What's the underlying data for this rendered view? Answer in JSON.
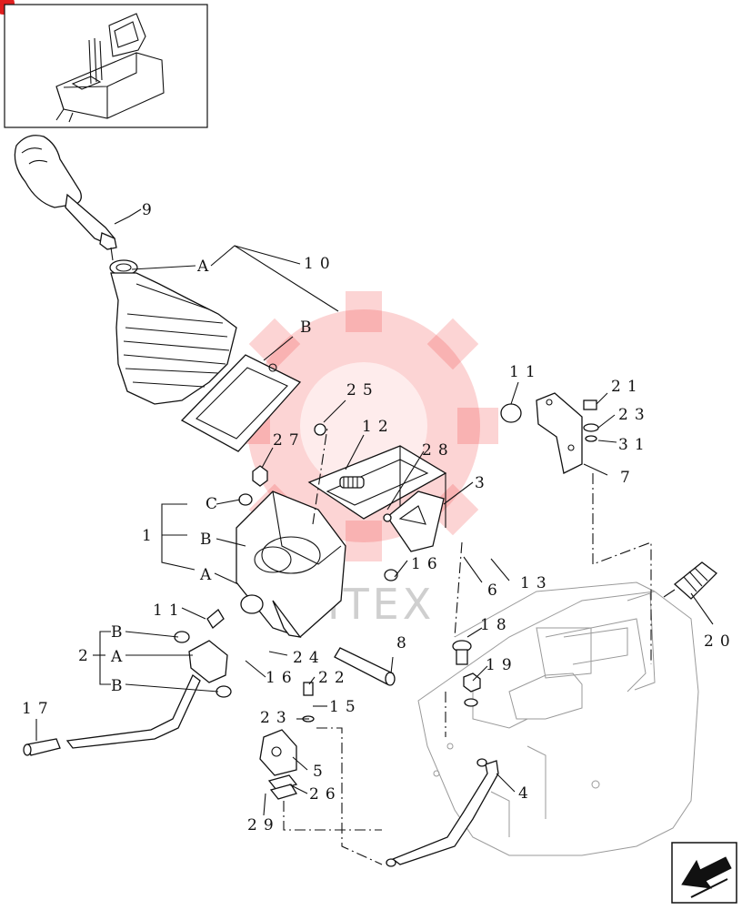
{
  "diagram": {
    "callouts": [
      {
        "id": "c9",
        "text": "9"
      },
      {
        "id": "c10",
        "text": "10"
      },
      {
        "id": "cA-top",
        "text": "A"
      },
      {
        "id": "cB-top",
        "text": "B"
      },
      {
        "id": "c25",
        "text": "25"
      },
      {
        "id": "c12",
        "text": "12"
      },
      {
        "id": "c27",
        "text": "27"
      },
      {
        "id": "c28",
        "text": "28"
      },
      {
        "id": "c3",
        "text": "3"
      },
      {
        "id": "c11-top",
        "text": "11"
      },
      {
        "id": "c21",
        "text": "21"
      },
      {
        "id": "c23-top",
        "text": "23"
      },
      {
        "id": "c31",
        "text": "31"
      },
      {
        "id": "c7",
        "text": "7"
      },
      {
        "id": "c1",
        "text": "1"
      },
      {
        "id": "cC",
        "text": "C"
      },
      {
        "id": "cB-1",
        "text": "B"
      },
      {
        "id": "cA-1",
        "text": "A"
      },
      {
        "id": "c16-a",
        "text": "16"
      },
      {
        "id": "c6",
        "text": "6"
      },
      {
        "id": "c13",
        "text": "13"
      },
      {
        "id": "c20",
        "text": "20"
      },
      {
        "id": "c11-bot",
        "text": "11"
      },
      {
        "id": "c2",
        "text": "2"
      },
      {
        "id": "cB-2a",
        "text": "B"
      },
      {
        "id": "cA-2",
        "text": "A"
      },
      {
        "id": "cB-2b",
        "text": "B"
      },
      {
        "id": "c24",
        "text": "24"
      },
      {
        "id": "c16-b",
        "text": "16"
      },
      {
        "id": "c22",
        "text": "22"
      },
      {
        "id": "c8",
        "text": "8"
      },
      {
        "id": "c18",
        "text": "18"
      },
      {
        "id": "c19",
        "text": "19"
      },
      {
        "id": "c17",
        "text": "17"
      },
      {
        "id": "c23-bot",
        "text": "23"
      },
      {
        "id": "c15",
        "text": "15"
      },
      {
        "id": "c5",
        "text": "5"
      },
      {
        "id": "c26",
        "text": "26"
      },
      {
        "id": "c29",
        "text": "29"
      },
      {
        "id": "c4",
        "text": "4"
      }
    ],
    "watermark_text": "ITEX",
    "colors": {
      "line": "#111111",
      "ghost": "#9a9a9a",
      "watermark": "#f23c3c",
      "background": "#ffffff"
    },
    "icons": [
      "corner-badge-icon",
      "page-turn-arrow-icon"
    ]
  }
}
